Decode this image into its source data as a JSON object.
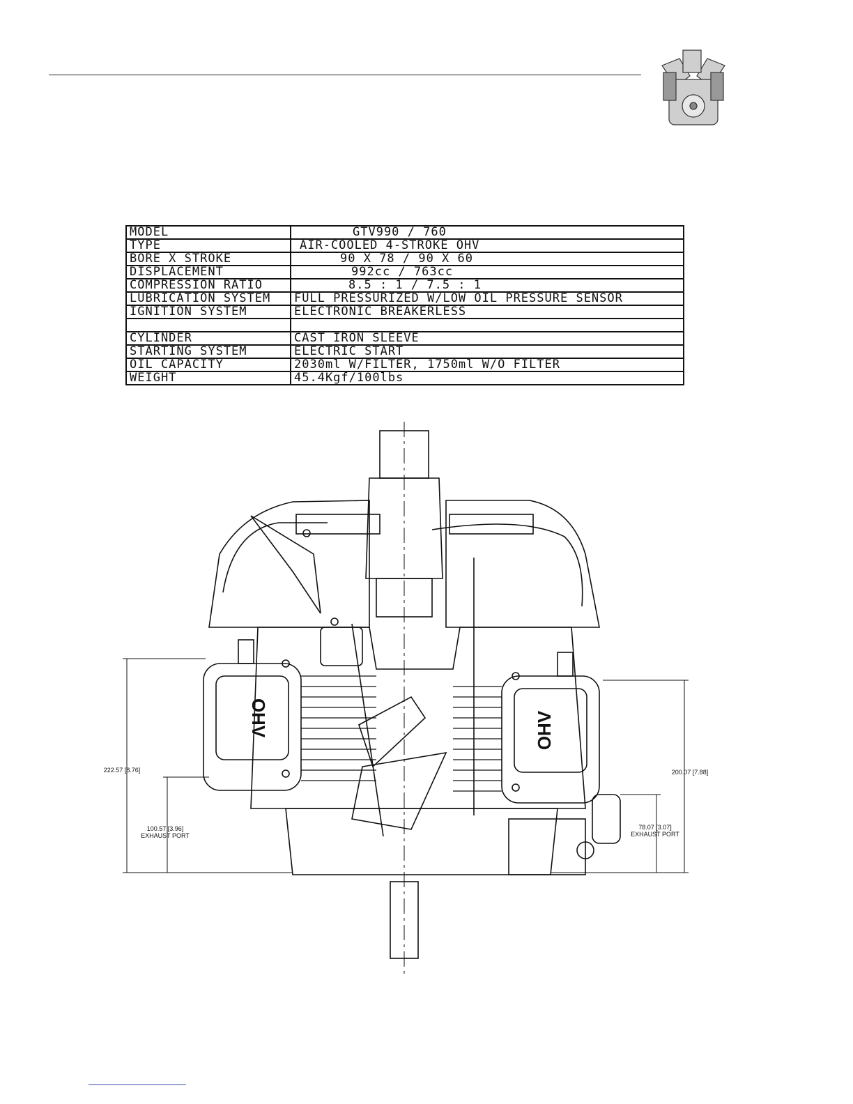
{
  "spec_table": {
    "rows": [
      {
        "label": "MODEL",
        "value": "GTV990 / 760"
      },
      {
        "label": "TYPE",
        "value": "AIR-COOLED 4-STROKE OHV"
      },
      {
        "label": "BORE X STROKE",
        "value": "90 X 78 / 90 X 60"
      },
      {
        "label": "DISPLACEMENT",
        "value": "992cc / 763cc"
      },
      {
        "label": "COMPRESSION RATIO",
        "value": "8.5 : 1 / 7.5 : 1"
      },
      {
        "label": "LUBRICATION SYSTEM",
        "value": "FULL PRESSURIZED W/LOW OIL PRESSURE SENSOR"
      },
      {
        "label": "IGNITION SYSTEM",
        "value": "ELECTRONIC BREAKERLESS"
      },
      {
        "label": "",
        "value": ""
      },
      {
        "label": "CYLINDER",
        "value": "CAST IRON SLEEVE"
      },
      {
        "label": "STARTING SYSTEM",
        "value": "ELECTRIC START"
      },
      {
        "label": "OIL CAPACITY",
        "value": "2030ml W/FILTER, 1750ml W/O FILTER"
      },
      {
        "label": "WEIGHT",
        "value": "45.4Kgf/100lbs"
      }
    ]
  },
  "drawing": {
    "valve_cover_text": "OHV",
    "dim_left_overall": "222.57 [8.76]",
    "dim_left_exhaust_value": "100.57 [3.96]",
    "dim_left_exhaust_label": "EXHAUST PORT",
    "dim_right_overall": "200.07 [7.88]",
    "dim_right_exhaust_value": "78.07 [3.07]",
    "dim_right_exhaust_label": "EXHAUST PORT"
  }
}
